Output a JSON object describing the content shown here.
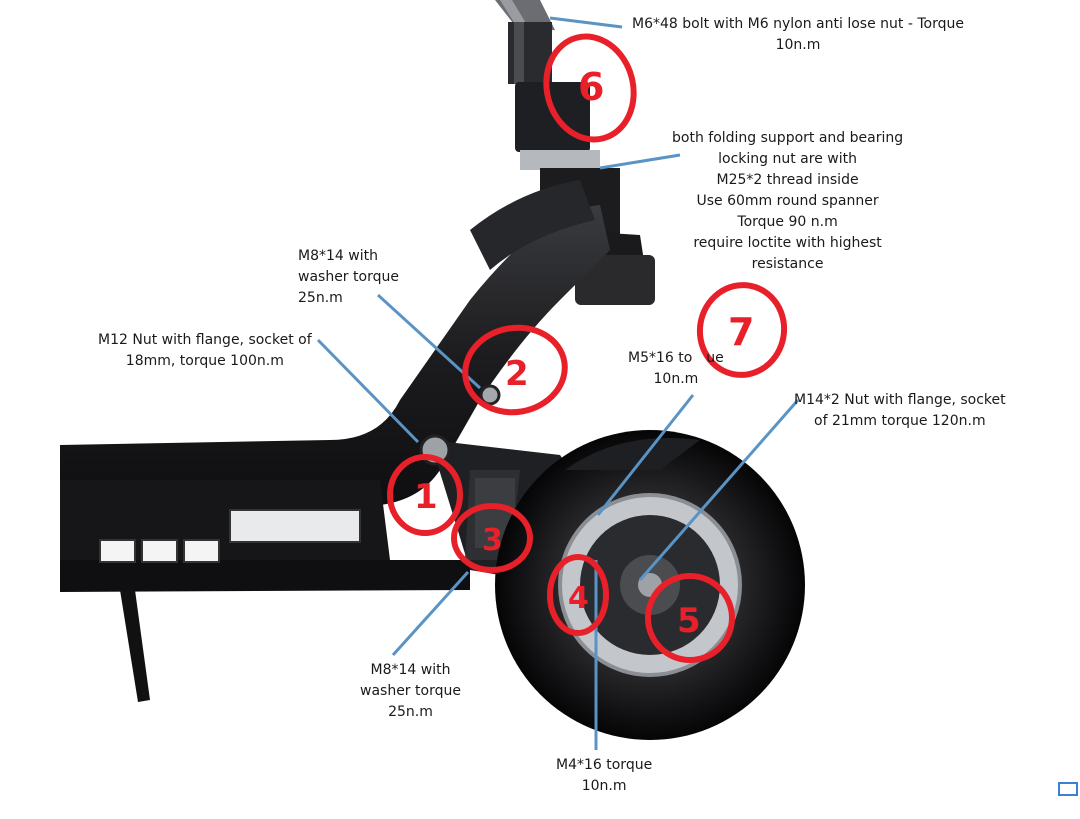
{
  "annotations": {
    "a6": [
      "M6*48 bolt with M6 nylon anti lose nut - Torque",
      "10n.m"
    ],
    "fold": [
      "both folding support and bearing",
      "locking nut are with",
      "M25*2 thread inside",
      "Use 60mm round spanner",
      "Torque 90 n.m",
      "require loctite with highest",
      "resistance"
    ],
    "a2": [
      "M8*14 with",
      "washer torque",
      "25n.m"
    ],
    "a1": [
      "M12 Nut with flange, socket of",
      "18mm, torque 100n.m"
    ],
    "a7": [
      "M5*16 to ue",
      "10n.m"
    ],
    "a5": [
      "M14*2 Nut with flange,  socket",
      "of 21mm torque 120n.m"
    ],
    "a3": [
      "M8*14 with",
      "washer torque",
      "25n.m"
    ],
    "a4": [
      "M4*16 torque",
      "10n.m"
    ]
  },
  "markers": [
    "6",
    "7",
    "2",
    "1",
    "3",
    "4",
    "5"
  ],
  "colors": {
    "marker": "#e8202a",
    "leader": "#5a94c4",
    "frame": "#1c1c1e",
    "disc": "#b9bcc2"
  }
}
